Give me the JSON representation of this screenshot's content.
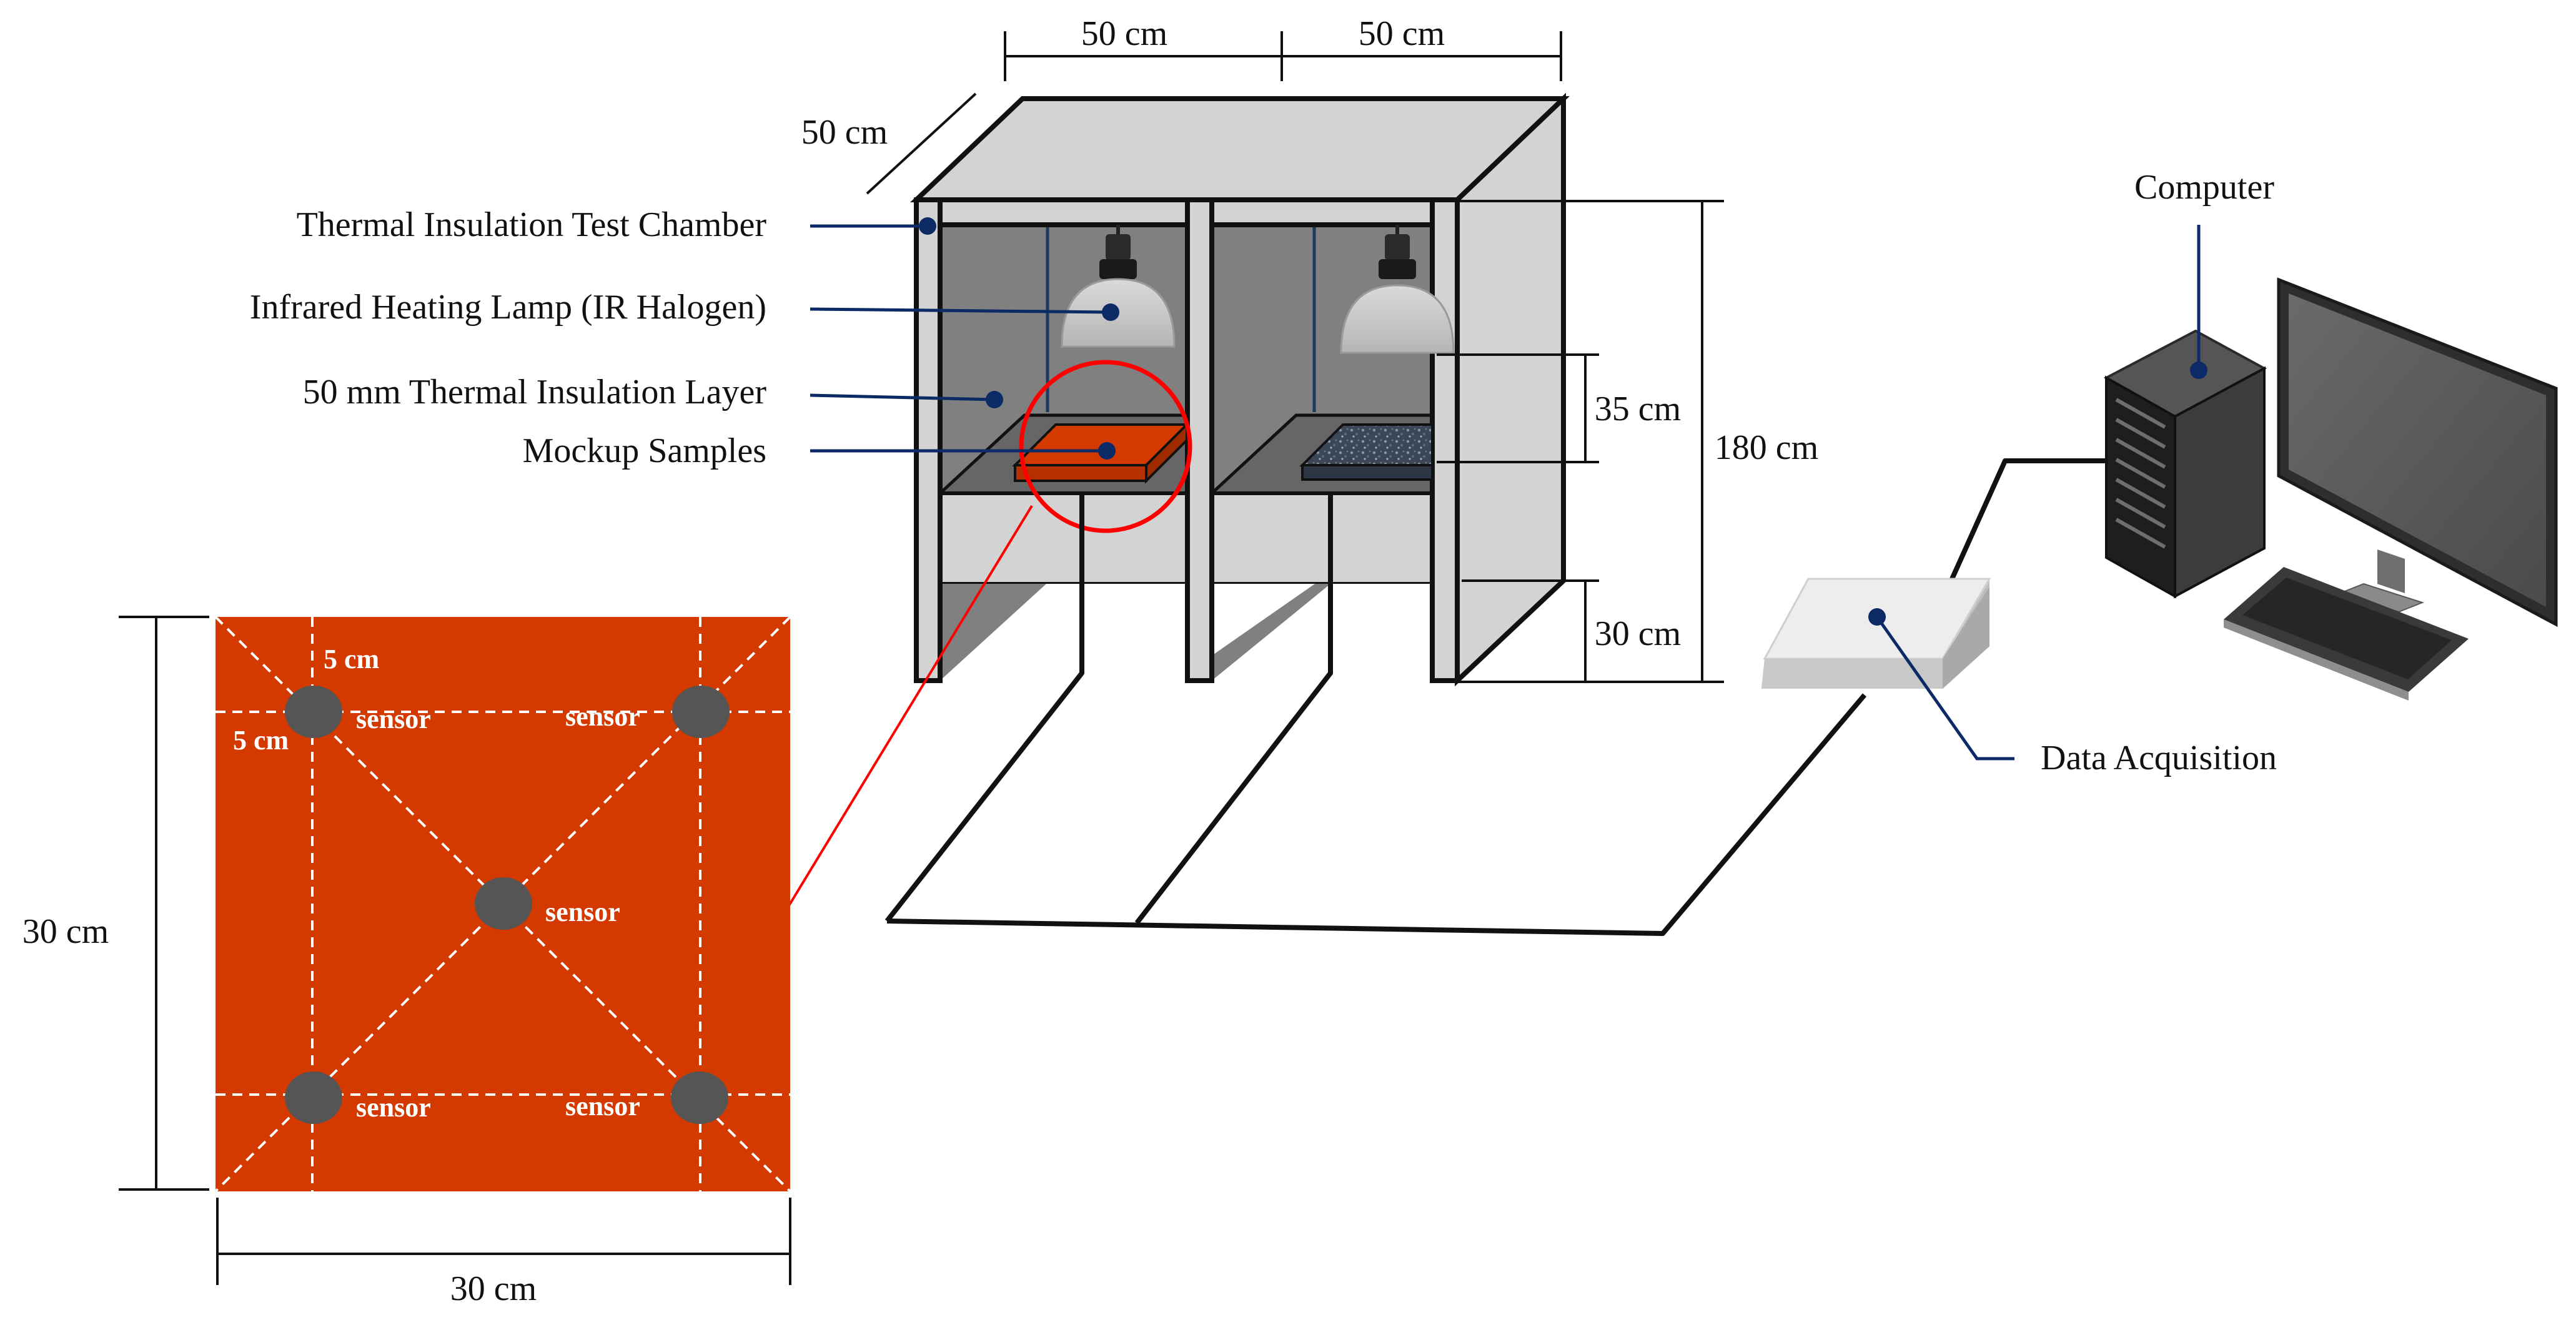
{
  "labels": {
    "chamber": "Thermal Insulation Test Chamber",
    "lamp": "Infrared Heating Lamp (IR Halogen)",
    "insulation": "50 mm Thermal Insulation Layer",
    "samples": "Mockup Samples",
    "computer": "Computer",
    "daq": "Data Acquisition"
  },
  "dimensions": {
    "width_left": "50 cm",
    "width_right": "50 cm",
    "depth": "50 cm",
    "height_total": "180 cm",
    "height_compartment": "35 cm",
    "height_base": "30 cm",
    "sample_height": "30 cm",
    "sample_width": "30 cm",
    "offset_top": "5 cm",
    "offset_left": "5 cm"
  },
  "sensors": {
    "top_left": "sensor",
    "top_right": "sensor",
    "center": "sensor",
    "bottom_left": "sensor",
    "bottom_right": "sensor"
  },
  "colors": {
    "sample": "#D43A00",
    "chamber_light": "#D3D3D3",
    "chamber_dark": "#808080",
    "leader": "#0B2A66",
    "highlight": "#FF0000"
  }
}
